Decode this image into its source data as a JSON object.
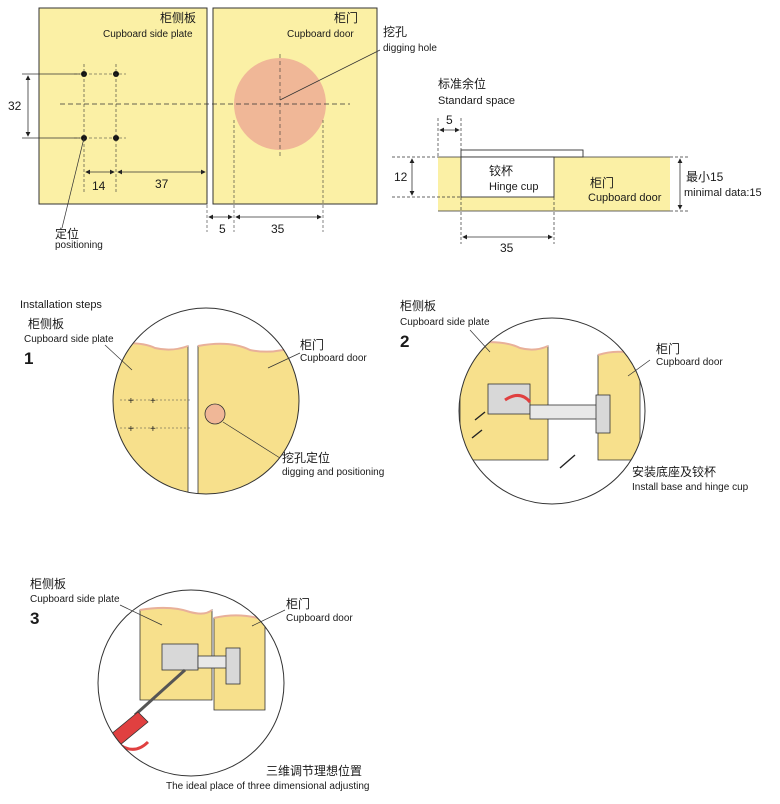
{
  "colors": {
    "panel": "#fbf0a5",
    "panel_stroke": "#333333",
    "hole": "#f0b797",
    "wood": "#f7e08c",
    "wood_edge": "#e8b09a",
    "arrow_red": "#e04040",
    "line": "#222222"
  },
  "top_left": {
    "side_plate_zh": "柜侧板",
    "side_plate_en": "Cupboard side plate",
    "door_zh": "柜门",
    "door_en": "Cupboard door",
    "hole_zh": "挖孔",
    "hole_en": "digging hole",
    "positioning_zh": "定位",
    "positioning_en": "positioning",
    "dim_32": "32",
    "dim_14": "14",
    "dim_37": "37",
    "dim_5": "5",
    "dim_35": "35"
  },
  "top_right": {
    "standard_zh": "标准余位",
    "standard_en": "Standard space",
    "dim_5": "5",
    "dim_12": "12",
    "dim_35": "35",
    "hinge_cup_zh": "铰杯",
    "hinge_cup_en": "Hinge cup",
    "door_zh": "柜门",
    "door_en": "Cupboard door",
    "min_zh": "最小15",
    "min_en": "minimal data:15"
  },
  "steps": {
    "title": "Installation steps",
    "step1": {
      "number": "1",
      "side_plate_zh": "柜侧板",
      "side_plate_en": "Cupboard side plate",
      "door_zh": "柜门",
      "door_en": "Cupboard door",
      "dig_zh": "挖孔定位",
      "dig_en": "digging and positioning"
    },
    "step2": {
      "number": "2",
      "side_plate_zh": "柜侧板",
      "side_plate_en": "Cupboard side plate",
      "door_zh": "柜门",
      "door_en": "Cupboard door",
      "install_zh": "安装底座及铰杯",
      "install_en": "Install base and hinge cup"
    },
    "step3": {
      "number": "3",
      "side_plate_zh": "柜侧板",
      "side_plate_en": "Cupboard side plate",
      "door_zh": "柜门",
      "door_en": "Cupboard door",
      "adjust_zh": "三维调节理想位置",
      "adjust_en": "The ideal place of three dimensional adjusting"
    }
  }
}
